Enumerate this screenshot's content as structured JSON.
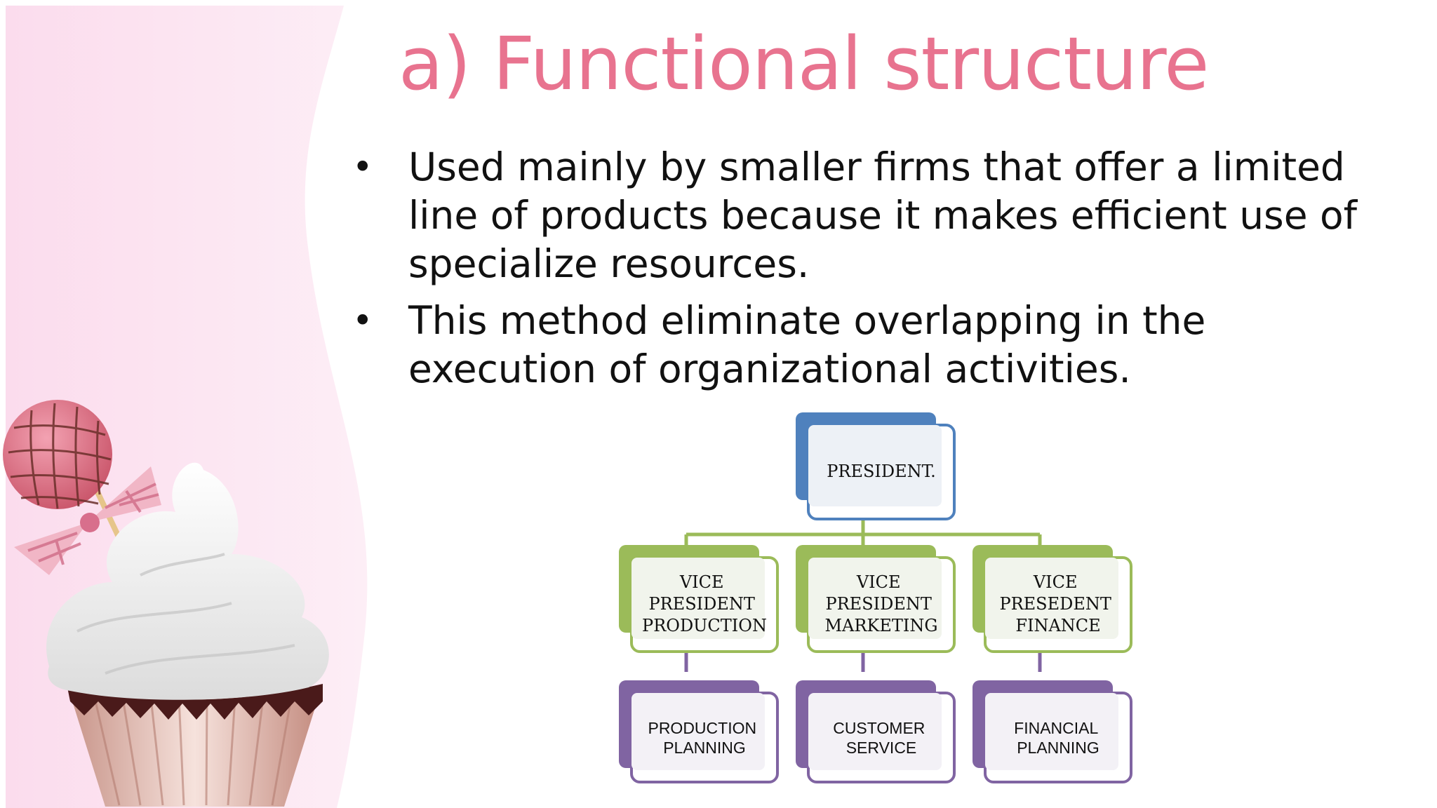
{
  "slide": {
    "title": "a) Functional structure",
    "bullets": [
      "Used mainly by smaller firms that offer a limited line of products because it makes efficient use of specialize resources.",
      "This method eliminate overlapping in the execution of organizational activities."
    ],
    "bullet_glyph": "•"
  },
  "org_chart": {
    "root": {
      "lines": [
        "PRESIDENT."
      ]
    },
    "vice_presidents": [
      {
        "lines": [
          "VICE",
          "PRESIDENT",
          "PRODUCTION"
        ]
      },
      {
        "lines": [
          "VICE",
          "PRESIDENT",
          "MARKETING"
        ]
      },
      {
        "lines": [
          "VICE",
          "PRESEDENT",
          "FINANCE"
        ]
      }
    ],
    "departments": [
      {
        "lines": [
          "PRODUCTION",
          "PLANNING"
        ]
      },
      {
        "lines": [
          "CUSTOMER",
          "SERVICE"
        ]
      },
      {
        "lines": [
          "FINANCIAL",
          "PLANNING"
        ]
      }
    ]
  },
  "colors": {
    "title": "#e8738f",
    "root_blue": "#4f81bd",
    "vp_green": "#9bbb59",
    "dept_purple": "#8064a2",
    "connector_green": "#9bbb59",
    "background_pink": "#fde8f3"
  },
  "decoration": {
    "illustration": "cupcake with whipped cream and pink lollipop"
  }
}
